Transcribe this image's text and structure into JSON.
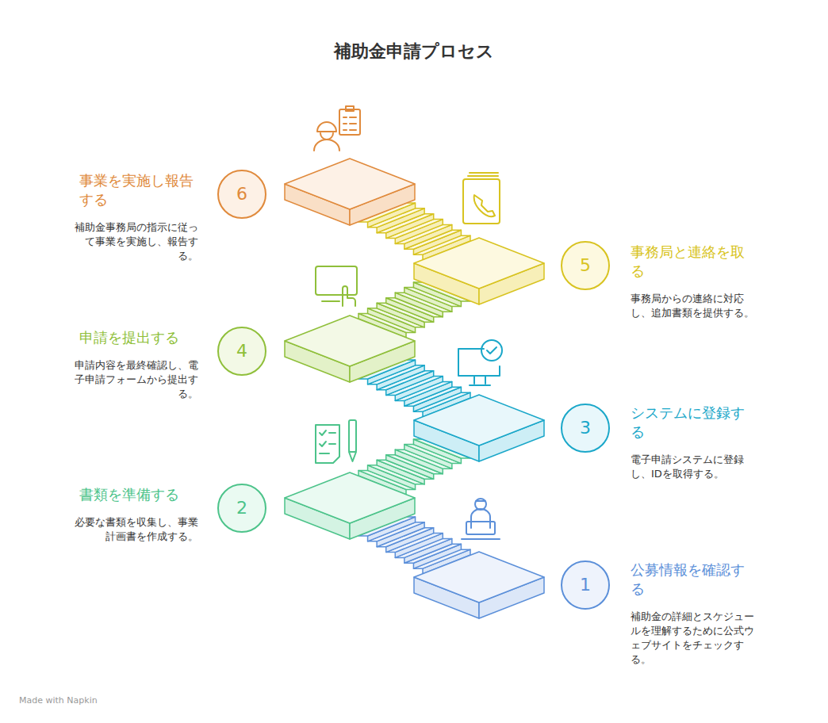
{
  "diagram": {
    "title": "補助金申請プロセス",
    "nodes": [
      {
        "text": [
          "1",
          "公募情報を確認する",
          "補助金の詳細とスケジュールを理解するために公式ウェブサイトをチェックする。"
        ]
      },
      {
        "text": [
          "2",
          "書類を準備する",
          "必要な書類を収集し、事業計画書を作成する。"
        ]
      },
      {
        "text": [
          "3",
          "システムに登録する",
          "電子申請システムに登録し、IDを取得する。"
        ]
      },
      {
        "text": [
          "4",
          "申請を提出する",
          "申請内容を最終確認し、電子申請フォームから提出する。"
        ]
      },
      {
        "text": [
          "5",
          "事務局と連絡を取る",
          "事務局からの連絡に対応し、追加書類を提供する。"
        ]
      },
      {
        "text": [
          "6",
          "事業を実施し報告する",
          "補助金事務局の指示に従って事業を実施し、報告する。"
        ]
      }
    ],
    "labels": [
      "Made with Napkin"
    ]
  }
}
